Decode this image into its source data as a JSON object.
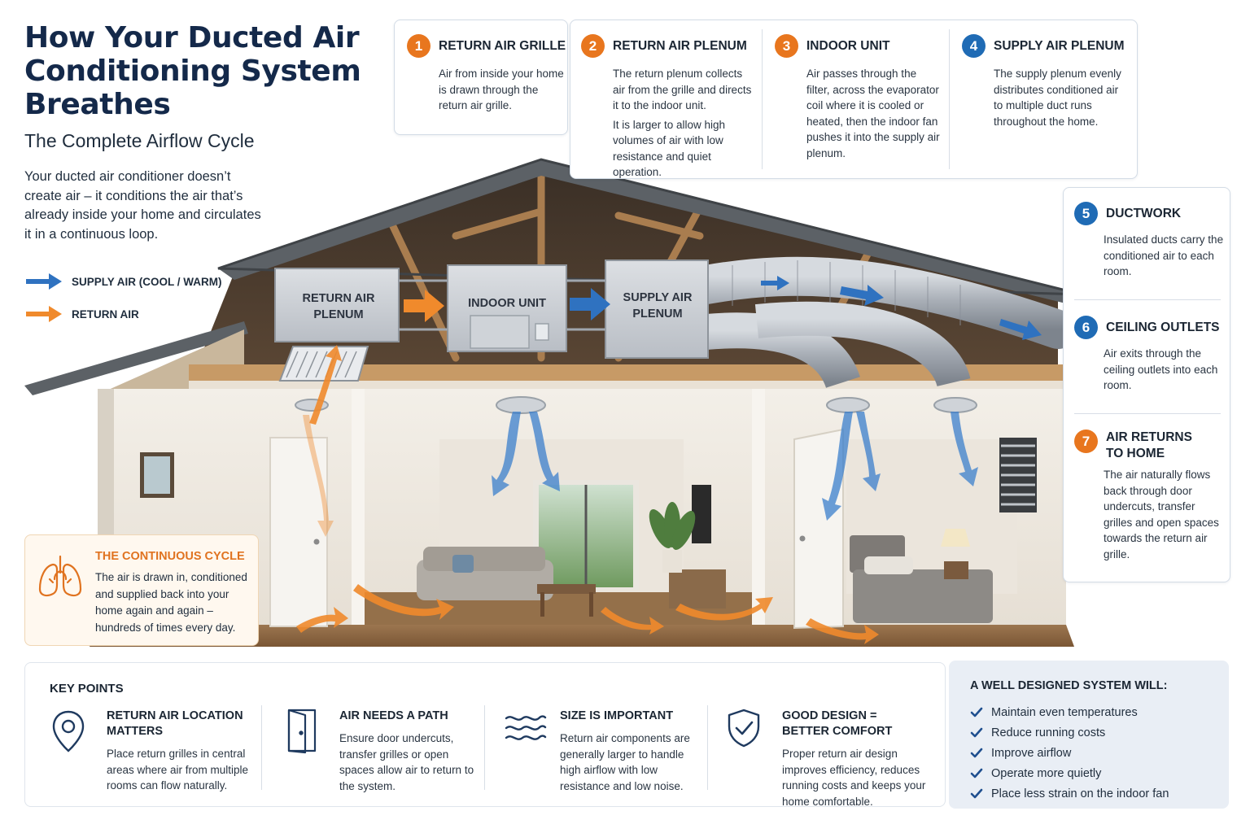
{
  "header": {
    "title": "How Your Ducted Air Conditioning System Breathes",
    "subtitle": "The Complete Airflow Cycle",
    "intro": "Your ducted air conditioner doesn’t create air – it conditions the air that’s already inside your home and circulates it in a continuous loop."
  },
  "legend": {
    "supply_label": "SUPPLY AIR (COOL / WARM)",
    "return_label": "RETURN AIR",
    "supply_color": "#2f72c0",
    "return_color": "#f08a2c"
  },
  "steps": [
    {
      "num": "1",
      "title": "RETURN AIR GRILLE",
      "body": "Air from inside your home is drawn through the return air grille."
    },
    {
      "num": "2",
      "title": "RETURN AIR PLENUM",
      "body": "The return plenum collects air from the grille and directs it to the indoor unit.",
      "body2": "It is larger to allow high volumes of air with low resistance and quiet operation."
    },
    {
      "num": "3",
      "title": "INDOOR UNIT",
      "body": "Air passes through the filter, across the evaporator coil where it is cooled or heated, then the indoor fan pushes it into the supply air plenum."
    },
    {
      "num": "4",
      "title": "SUPPLY AIR PLENUM",
      "body": "The supply plenum evenly distributes conditioned air to multiple duct runs throughout the home."
    },
    {
      "num": "5",
      "title": "DUCTWORK",
      "body": "Insulated ducts carry the conditioned air to each room."
    },
    {
      "num": "6",
      "title": "CEILING OUTLETS",
      "body": "Air exits through the ceiling outlets into each room."
    },
    {
      "num": "7",
      "title": "AIR RETURNS TO HOME",
      "body": "The air naturally flows back through door undercuts, transfer grilles and open spaces towards the return air grille."
    }
  ],
  "house": {
    "return_plenum_label": "RETURN AIR PLENUM",
    "indoor_unit_label": "INDOOR UNIT",
    "supply_plenum_label": "SUPPLY AIR PLENUM"
  },
  "cycle": {
    "title": "THE CONTINUOUS CYCLE",
    "body": "The air is drawn in, conditioned and supplied back into your home again and again – hundreds of times every day."
  },
  "key_points": {
    "title": "KEY POINTS",
    "items": [
      {
        "icon": "location-pin-icon",
        "title": "RETURN AIR LOCATION MATTERS",
        "body": "Place return grilles in central areas where air from multiple rooms can flow naturally."
      },
      {
        "icon": "door-icon",
        "title": "AIR NEEDS A PATH",
        "body": "Ensure door undercuts, transfer grilles or open spaces allow air to return to the system."
      },
      {
        "icon": "airflow-waves-icon",
        "title": "SIZE IS IMPORTANT",
        "body": "Return air components are generally larger to handle high airflow with low resistance and low noise."
      },
      {
        "icon": "shield-check-icon",
        "title": "GOOD DESIGN = BETTER COMFORT",
        "body": "Proper return air design improves efficiency, reduces running costs and keeps your home comfortable."
      }
    ]
  },
  "well_designed": {
    "title": "A WELL DESIGNED SYSTEM WILL:",
    "items": [
      "Maintain even temperatures",
      "Reduce running costs",
      "Improve airflow",
      "Operate more quietly",
      "Place less strain on the indoor fan"
    ]
  }
}
